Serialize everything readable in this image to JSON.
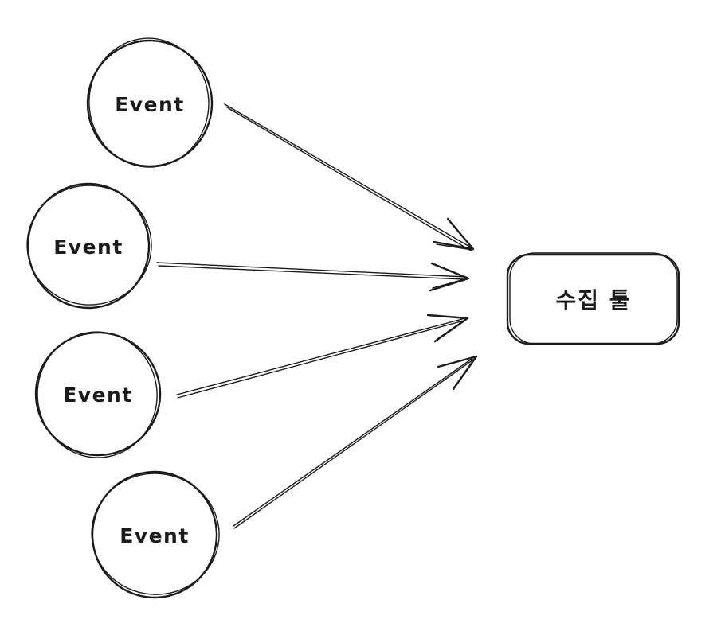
{
  "canvas": {
    "background_color": "#ffffff",
    "stroke_color": "#1b1b1b"
  },
  "nodes": [
    {
      "id": "event-1",
      "label": "Event",
      "shape": "ellipse"
    },
    {
      "id": "event-2",
      "label": "Event",
      "shape": "ellipse"
    },
    {
      "id": "event-3",
      "label": "Event",
      "shape": "ellipse"
    },
    {
      "id": "event-4",
      "label": "Event",
      "shape": "ellipse"
    },
    {
      "id": "collector",
      "label": "수집 툴",
      "shape": "rounded-rectangle"
    }
  ],
  "edges": [
    {
      "from": "event-1",
      "to": "collector",
      "type": "arrow"
    },
    {
      "from": "event-2",
      "to": "collector",
      "type": "arrow"
    },
    {
      "from": "event-3",
      "to": "collector",
      "type": "arrow"
    },
    {
      "from": "event-4",
      "to": "collector",
      "type": "arrow"
    }
  ]
}
